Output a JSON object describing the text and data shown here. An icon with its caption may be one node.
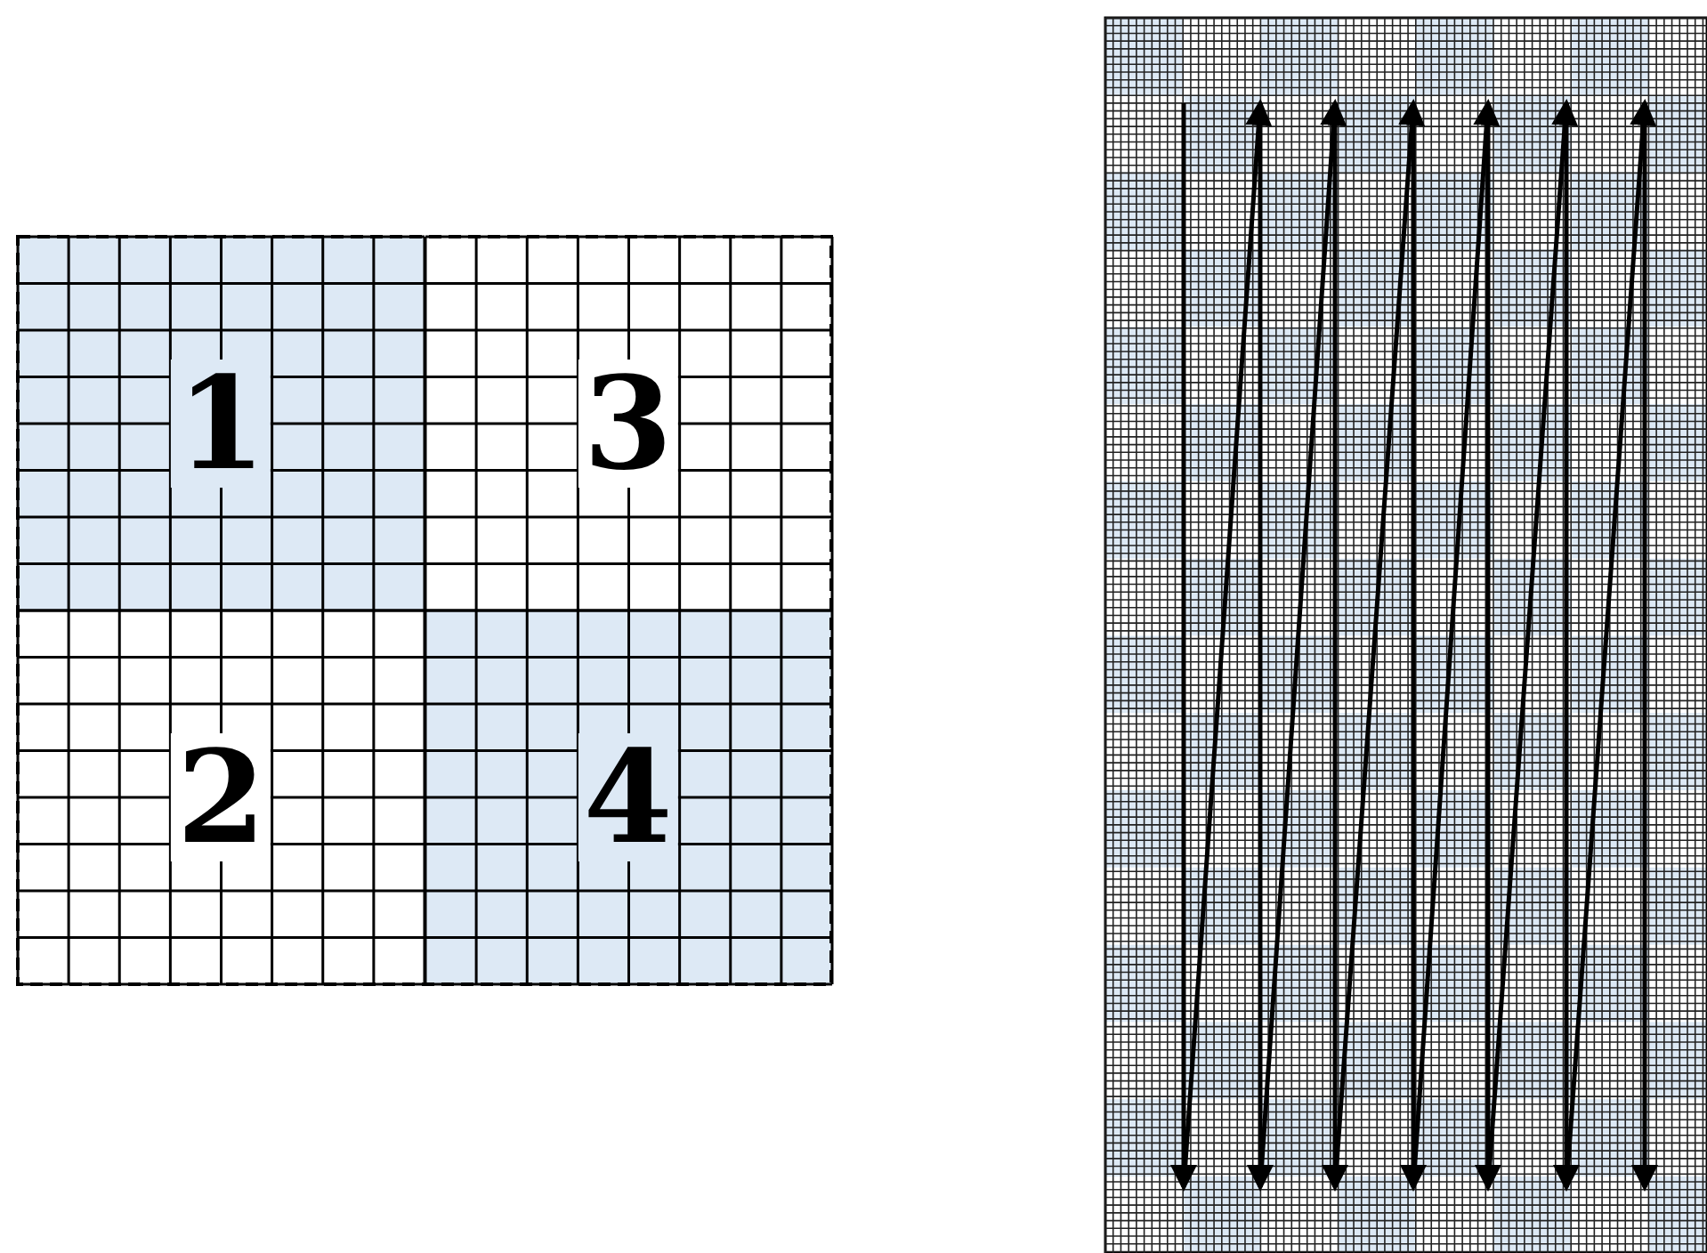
{
  "diagram": {
    "nodes": [
      {
        "text": [],
        "shape": "box"
      },
      {
        "text": [
          "1"
        ],
        "in": 0
      },
      {
        "text": [
          "3"
        ],
        "in": 0
      },
      {
        "text": [
          "2"
        ],
        "in": 0
      },
      {
        "text": [
          "4"
        ],
        "in": 0
      },
      {
        "text": [],
        "shape": "box"
      }
    ]
  }
}
